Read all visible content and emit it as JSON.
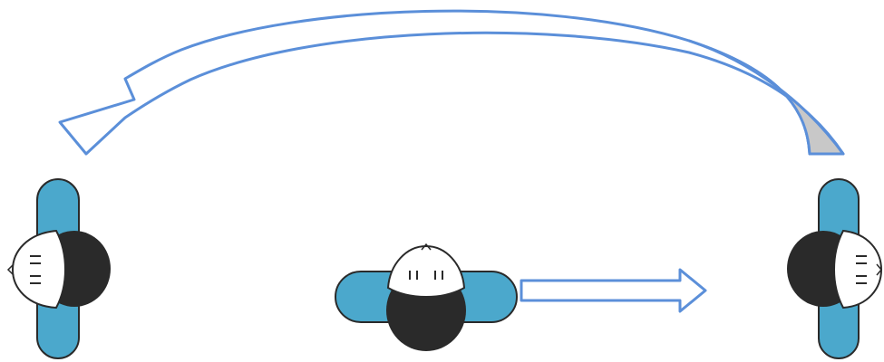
{
  "diagram": {
    "figures": [
      {
        "id": "left",
        "facing": "left"
      },
      {
        "id": "center",
        "facing": "up"
      },
      {
        "id": "right",
        "facing": "right"
      }
    ],
    "arrows": [
      {
        "id": "curved-return",
        "from": "right",
        "to": "left",
        "style": "curved-hollow"
      },
      {
        "id": "straight-move",
        "from": "center",
        "to": "right",
        "style": "straight-hollow"
      }
    ],
    "colors": {
      "arrow_stroke": "#5b8fd9",
      "curve_fill": "#c8c8c8",
      "arms": "#4ba8cc",
      "arms_outline": "#2a2a2a",
      "hair": "#2a2a2a",
      "face": "#ffffff"
    }
  }
}
